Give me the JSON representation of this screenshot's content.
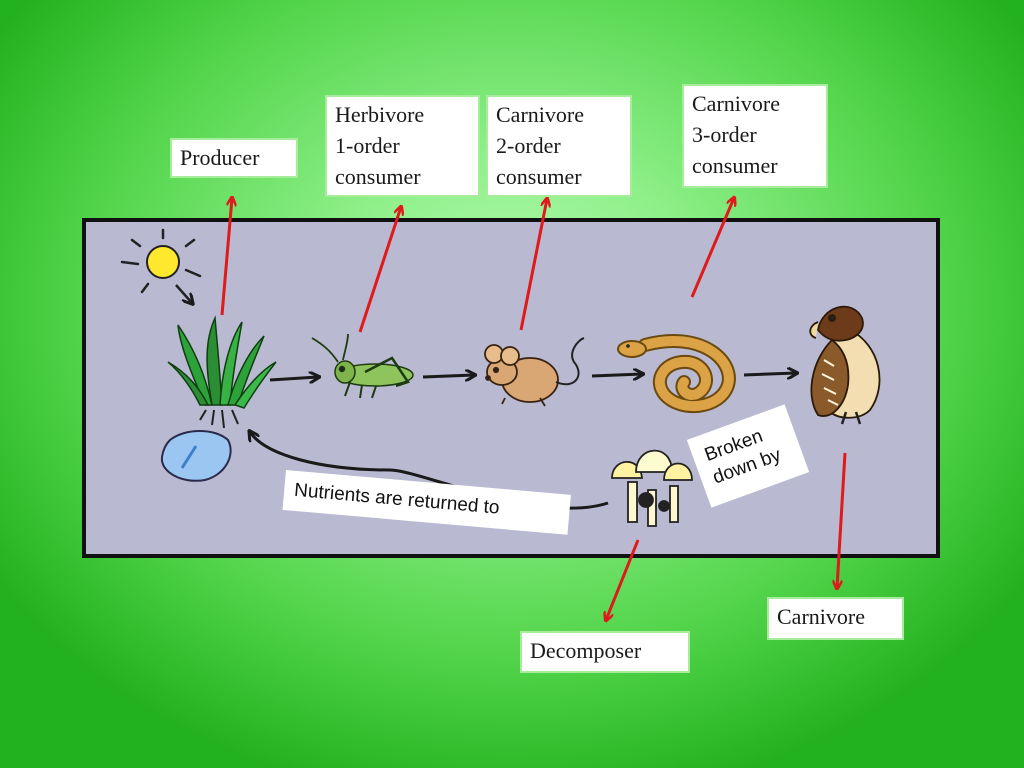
{
  "labels": {
    "producer": "Producer",
    "herbivore": "Herbivore\n1-order\nconsumer",
    "carnivore2": "Carnivore\n2-order\nconsumer",
    "carnivore3": "Carnivore\n3-order\nconsumer",
    "carnivore": "Carnivore",
    "decomposer": "Decomposer",
    "nutrients": "Nutrients are returned to",
    "broken_down": "Broken\ndown by"
  },
  "colors": {
    "background": "#52d44a",
    "panel": "#b9b9d1",
    "label_border": "#a7ec9b",
    "pointer_arrow": "#e0191b",
    "flow_arrow": "#1a1a1a"
  },
  "organisms": [
    "sun-icon",
    "grass-icon",
    "water-icon",
    "grasshopper-icon",
    "mouse-icon",
    "snake-icon",
    "hawk-icon",
    "mushroom-icon"
  ]
}
